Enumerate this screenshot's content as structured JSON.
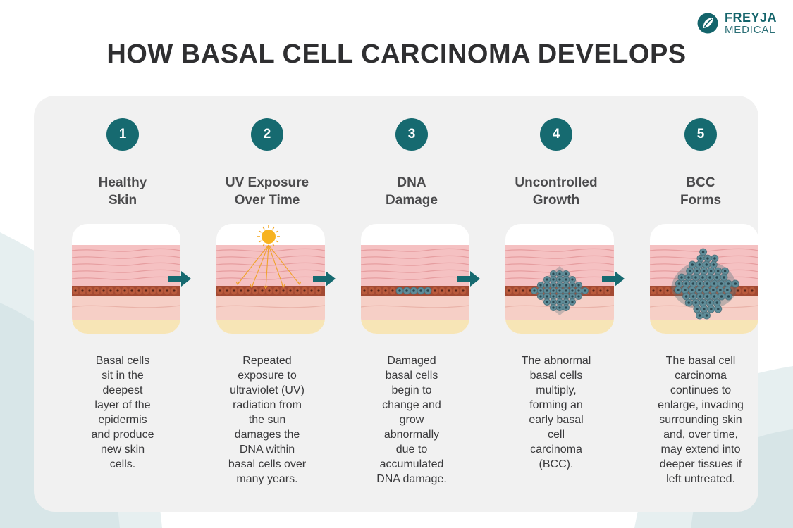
{
  "brand": {
    "name": "FREYJA",
    "sub": "MEDICAL",
    "logo_icon": "freyja-leaf-circle-icon"
  },
  "title": "HOW BASAL CELL CARCINOMA DEVELOPS",
  "colors": {
    "accent": "#166a70",
    "panel": "#f1f1f1",
    "skin_upper": "#f5c1c2",
    "skin_lower": "#f6cfc6",
    "fat": "#f7e5b6",
    "basal_cell": "#b95a3c",
    "tumor_cell": "#5f8c98"
  },
  "arrow_icon": "right-arrow-icon",
  "steps": [
    {
      "number": "1",
      "title": "Healthy\nSkin",
      "illustration": "healthy-skin-illustration",
      "description": "Basal cells\nsit in the\ndeepest\nlayer of the\nepidermis\nand produce\nnew skin\ncells."
    },
    {
      "number": "2",
      "title": "UV Exposure\nOver Time",
      "illustration": "uv-exposure-illustration",
      "description": "Repeated\nexposure to\nultraviolet (UV)\nradiation from\nthe sun\ndamages the\nDNA within\nbasal cells over\nmany years."
    },
    {
      "number": "3",
      "title": "DNA\nDamage",
      "illustration": "dna-damage-illustration",
      "description": "Damaged\nbasal cells\nbegin to\nchange and\ngrow\nabnormally\ndue to\naccumulated\nDNA damage."
    },
    {
      "number": "4",
      "title": "Uncontrolled\nGrowth",
      "illustration": "uncontrolled-growth-illustration",
      "description": "The abnormal\nbasal cells\nmultiply,\nforming an\nearly basal\ncell\ncarcinoma\n(BCC)."
    },
    {
      "number": "5",
      "title": "BCC\nForms",
      "illustration": "bcc-forms-illustration",
      "description": "The basal cell\ncarcinoma\ncontinues to\nenlarge, invading\nsurrounding skin\nand, over time,\nmay extend into\ndeeper tissues if\nleft untreated."
    }
  ]
}
